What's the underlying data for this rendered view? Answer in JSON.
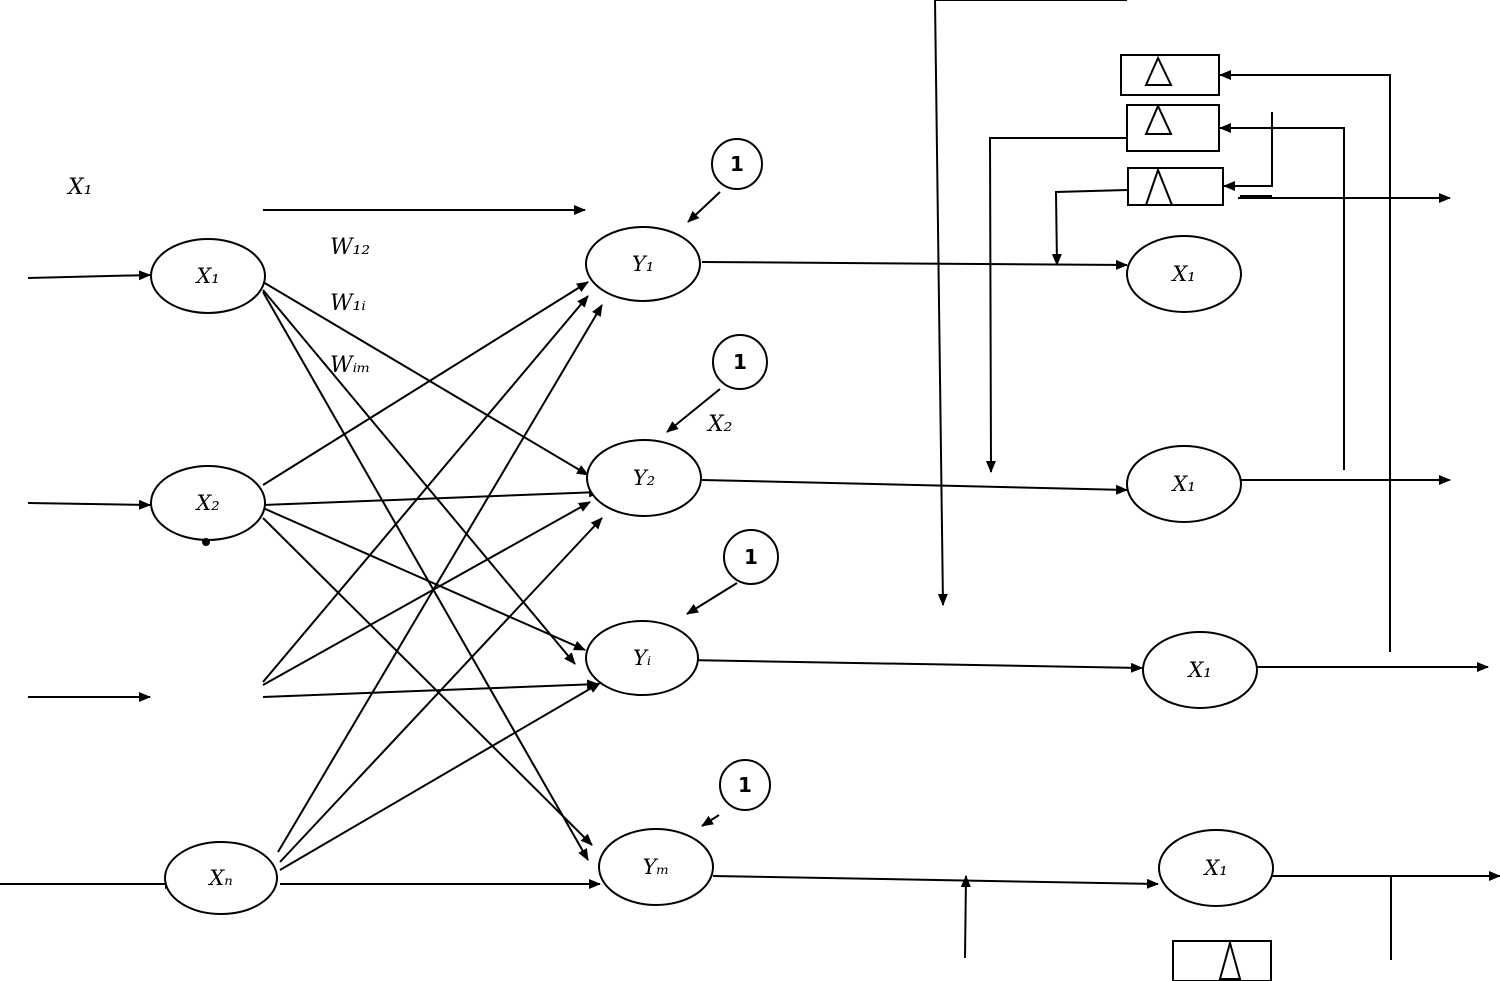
{
  "diagram": {
    "input_nodes": [
      {
        "label": "X₁"
      },
      {
        "label": "X₂"
      },
      {
        "label": "Xₙ"
      }
    ],
    "hidden_nodes": [
      {
        "label": "Y₁"
      },
      {
        "label": "Y₂"
      },
      {
        "label": "Yᵢ"
      },
      {
        "label": "Yₘ"
      }
    ],
    "bias_label": "1",
    "output_nodes": [
      {
        "label": "X₁"
      },
      {
        "label": "X₁"
      },
      {
        "label": "X₁"
      },
      {
        "label": "X₁"
      }
    ],
    "free_labels": {
      "input_top": "X₁",
      "w12": "W₁₂",
      "w1i": "W₁ᵢ",
      "wim": "Wᵢₘ",
      "x2": "X₂"
    },
    "delay_symbol": "△"
  }
}
